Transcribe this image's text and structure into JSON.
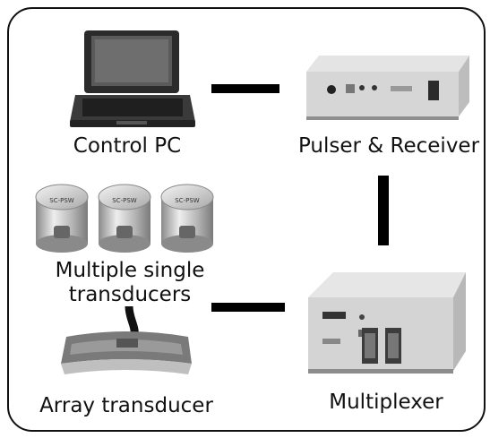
{
  "labels": {
    "control_pc": "Control PC",
    "pulser_receiver": "Pulser & Receiver",
    "single_transducers_line1": "Multiple single",
    "single_transducers_line2": "transducers",
    "array_transducer": "Array transducer",
    "multiplexer": "Multiplexer"
  },
  "transducer_text": "SC-PSW",
  "colors": {
    "connector": "#000000",
    "frame": "#111111"
  }
}
